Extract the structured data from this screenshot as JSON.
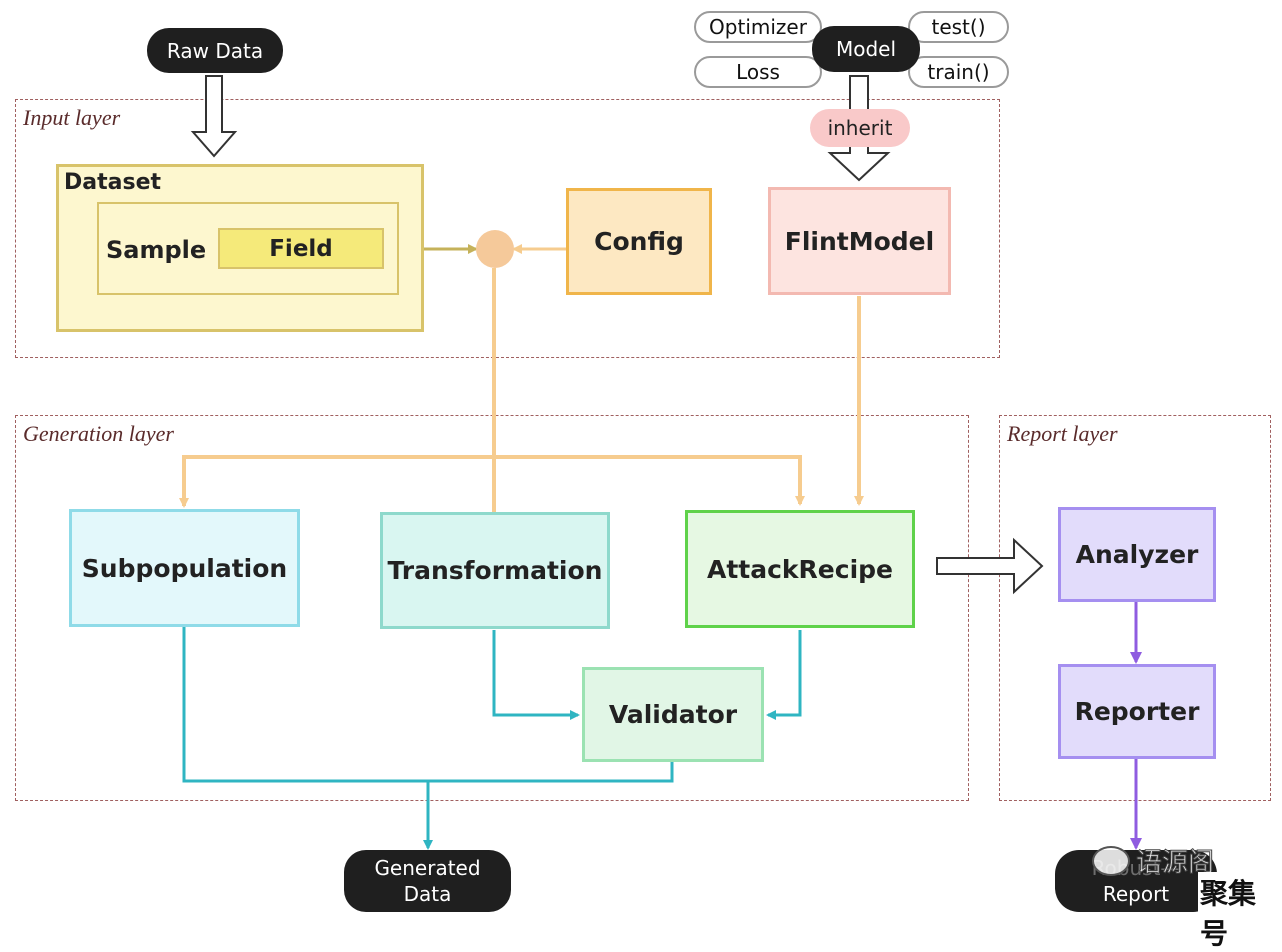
{
  "layers": {
    "input": "Input layer",
    "generation": "Generation layer",
    "report": "Report layer"
  },
  "nodes": {
    "raw_data": "Raw Data",
    "model": "Model",
    "optimizer": "Optimizer",
    "loss": "Loss",
    "test": "test()",
    "train": "train()",
    "inherit": "inherit",
    "dataset": "Dataset",
    "sample": "Sample",
    "field": "Field",
    "config": "Config",
    "flint_model": "FlintModel",
    "subpopulation": "Subpopulation",
    "transformation": "Transformation",
    "attack_recipe": "AttackRecipe",
    "validator": "Validator",
    "analyzer": "Analyzer",
    "reporter": "Reporter",
    "generated_data": "Generated\nData",
    "report_top": "Robust—",
    "report_bottom": "Report"
  },
  "watermark": {
    "wechat_text": "语源阁",
    "brand_text": "聚集号"
  },
  "colors": {
    "dark_pill": "#1f1f1f",
    "dataset_fill": "#fdf7cf",
    "dataset_border": "#d8c36a",
    "field_fill": "#f5ea7a",
    "config_fill": "#fde8c2",
    "config_border": "#f0b54a",
    "flint_fill": "#fde4e0",
    "flint_border": "#f3b9b1",
    "inherit_fill": "#f9c9c9",
    "subpop_fill": "#e3f8fb",
    "subpop_border": "#8fdbe8",
    "transform_fill": "#d9f6f1",
    "transform_border": "#8ed9cc",
    "attack_fill": "#e6f8e3",
    "attack_border": "#5fd24a",
    "validator_fill": "#e1f6e6",
    "validator_border": "#9be2b2",
    "report_fill": "#e2dcfb",
    "report_border": "#a58ff0",
    "orange_line": "#f6cc8f",
    "teal_line": "#2fb5c2",
    "purple_line": "#8f5ce0",
    "olive_line": "#c5b25a",
    "layer_border": "#a06060"
  }
}
